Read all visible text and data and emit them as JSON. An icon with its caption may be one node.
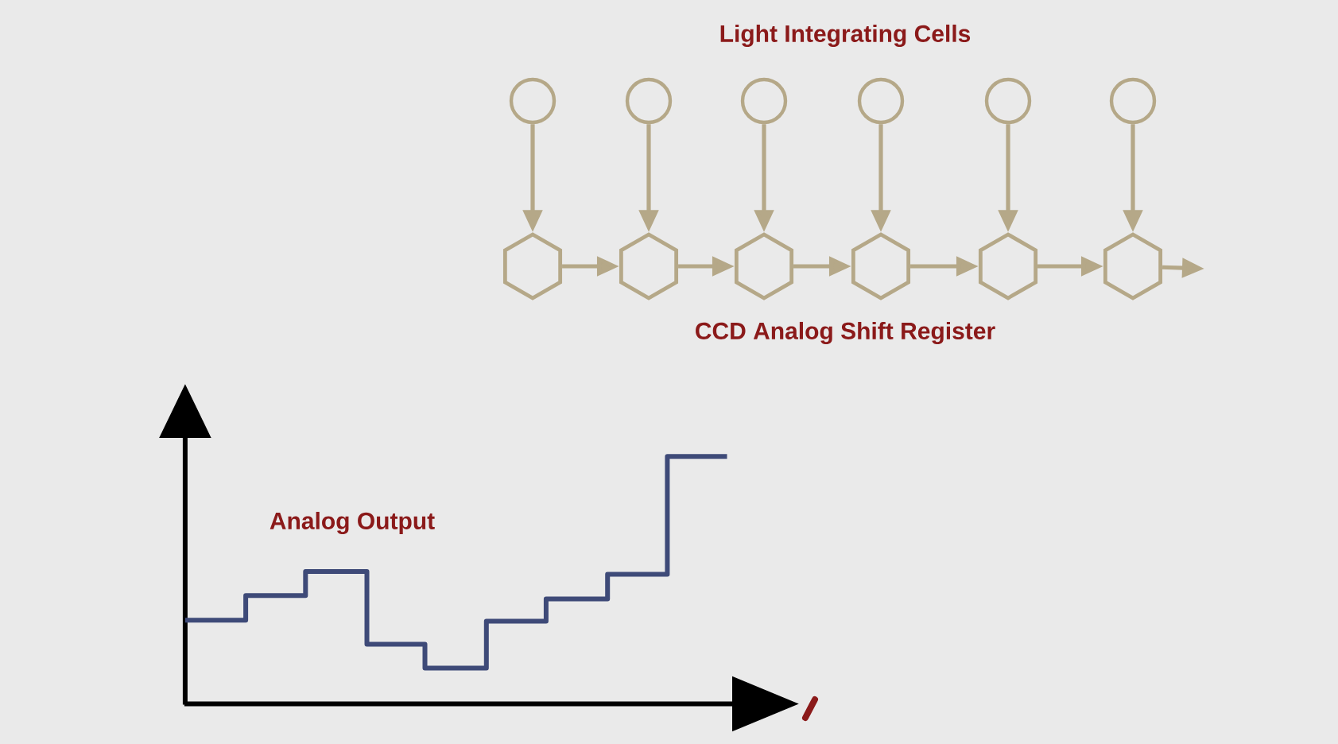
{
  "diagram": {
    "title": "Light  Integrating Cells",
    "nodes": [
      {
        "text": [],
        "shape": "circle"
      },
      {
        "text": [],
        "shape": "circle"
      },
      {
        "text": [],
        "shape": "circle"
      },
      {
        "text": [],
        "shape": "circle"
      },
      {
        "text": [],
        "shape": "circle"
      },
      {
        "text": [],
        "shape": "circle"
      },
      {
        "text": [],
        "shape": "hexagon"
      },
      {
        "text": [],
        "shape": "hexagon"
      },
      {
        "text": [],
        "shape": "hexagon"
      },
      {
        "text": [],
        "shape": "hexagon"
      },
      {
        "text": [],
        "shape": "hexagon"
      },
      {
        "text": [],
        "shape": "hexagon"
      }
    ],
    "edges": [
      {
        "from": 0,
        "to": 6,
        "arrow": "to"
      },
      {
        "from": 1,
        "to": 7,
        "arrow": "to"
      },
      {
        "from": 2,
        "to": 8,
        "arrow": "to"
      },
      {
        "from": 3,
        "to": 9,
        "arrow": "to"
      },
      {
        "from": 4,
        "to": 10,
        "arrow": "to"
      },
      {
        "from": 5,
        "to": 11,
        "arrow": "to"
      },
      {
        "from": 6,
        "to": 7,
        "arrow": "to"
      },
      {
        "from": 7,
        "to": 8,
        "arrow": "to"
      },
      {
        "from": 8,
        "to": 9,
        "arrow": "to"
      },
      {
        "from": 9,
        "to": 10,
        "arrow": "to"
      },
      {
        "from": 10,
        "to": 11,
        "arrow": "to"
      },
      {
        "from": 11,
        "to": null,
        "arrow": "to"
      }
    ],
    "labels": [
      "CCD Analog Shift Register",
      "Analog Output"
    ]
  }
}
